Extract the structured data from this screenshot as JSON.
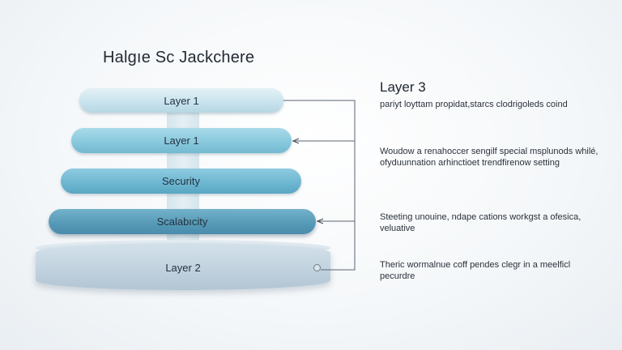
{
  "title": "Halgıe Sc Jackchere",
  "layers": {
    "layer_1": "Layer 1",
    "layer_b": "Layer 1",
    "layer_c": "Security",
    "layer_d": "Scalabıcity",
    "base": "Layer 2"
  },
  "side": {
    "heading": "Layer 3",
    "descriptions": [
      "pariyt loyttam propidat,starcs clodrigoleds coind",
      "Woudow a renahoccer sengilf special msplunods whilé, ofyduunnation arhinctioet trendfirenow setting",
      "Steeting unouine, ndape cations workgst a ofesica, veluative",
      "Theric wormalnue coff pendes clegr in a meelficl pecurdre"
    ]
  }
}
